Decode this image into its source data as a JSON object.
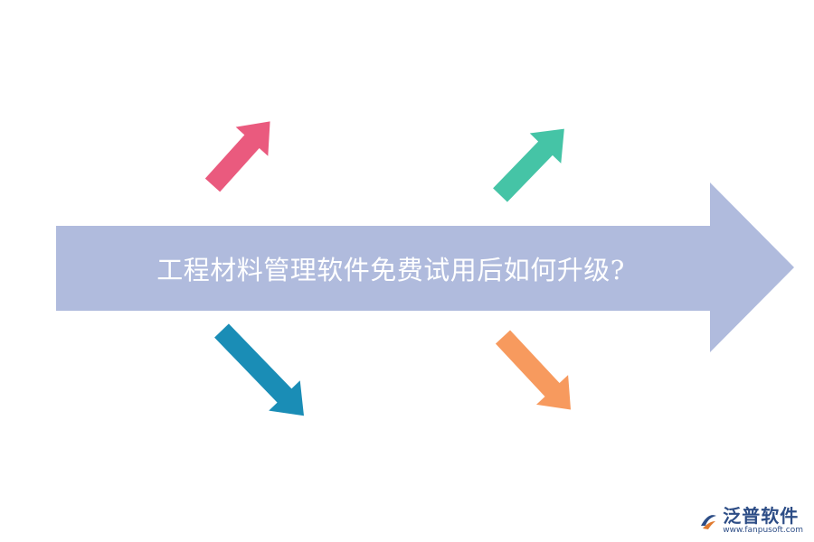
{
  "title": "工程材料管理软件免费试用后如何升级?",
  "logo": {
    "name": "泛普软件",
    "url": "www.fanpusoft.com"
  },
  "colors": {
    "big_arrow": "#b0bbdd",
    "arrow_top_left": "#ea5a7e",
    "arrow_top_right": "#45c4a6",
    "arrow_bottom_left": "#1a8db6",
    "arrow_bottom_right": "#f79a5e",
    "logo": "#2d4d86"
  },
  "icons": [
    "diagonal-arrow-up-right-icon",
    "diagonal-arrow-down-right-icon",
    "fanpu-logo-icon"
  ]
}
